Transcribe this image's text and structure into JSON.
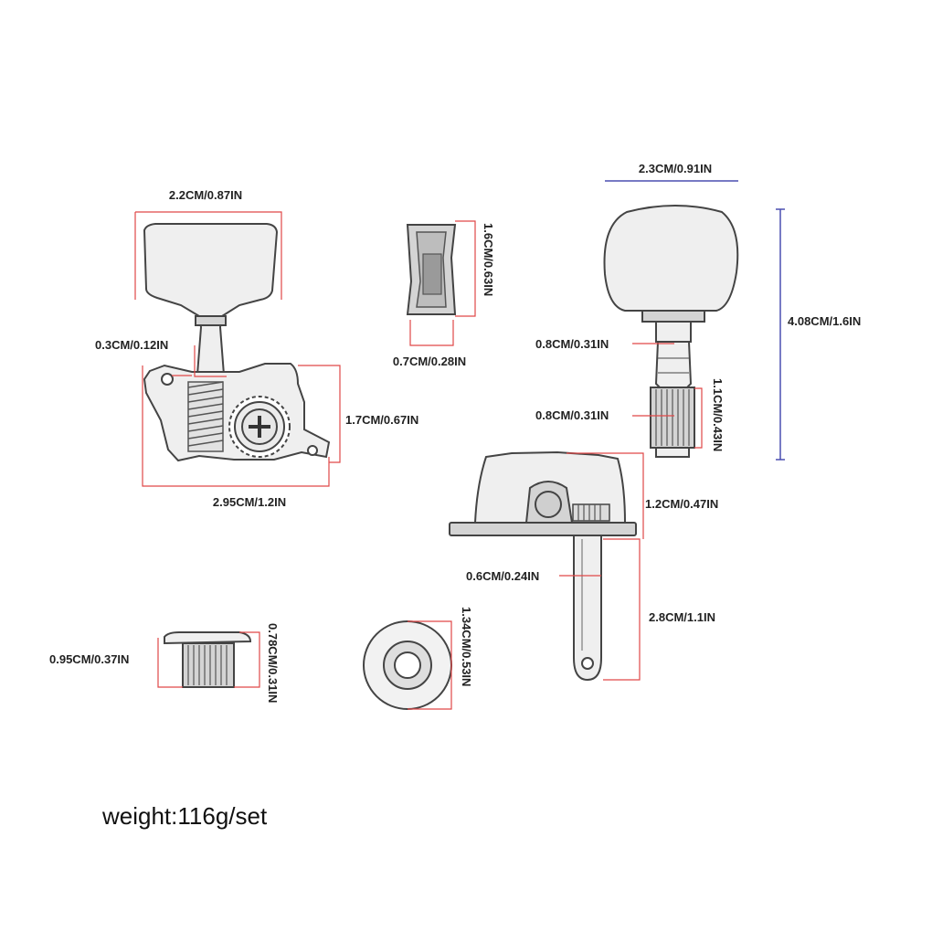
{
  "diagram": {
    "labels": {
      "button_width": "2.2CM/0.87IN",
      "post_diameter": "0.3CM/0.12IN",
      "plate_height": "1.7CM/0.67IN",
      "plate_width": "2.95CM/1.2IN",
      "side_height": "1.6CM/0.63IN",
      "side_width": "0.7CM/0.28IN",
      "top_width": "2.3CM/0.91IN",
      "total_height": "4.08CM/1.6IN",
      "collar_dia": "0.8CM/0.31IN",
      "bushing_dia": "0.8CM/0.31IN",
      "bushing_height": "1.1CM/0.43IN",
      "housing_height": "1.2CM/0.47IN",
      "shaft_dia": "0.6CM/0.24IN",
      "shaft_length": "2.8CM/1.1IN",
      "nut_dia": "0.95CM/0.37IN",
      "nut_height": "0.78CM/0.31IN",
      "washer_dia": "1.34CM/0.53IN"
    },
    "weight": "weight:116g/set",
    "colors": {
      "dimension_red": "#e04848",
      "dimension_blue": "#4a4fb0",
      "part_fill": "#efefef",
      "part_outline": "#444444"
    }
  }
}
